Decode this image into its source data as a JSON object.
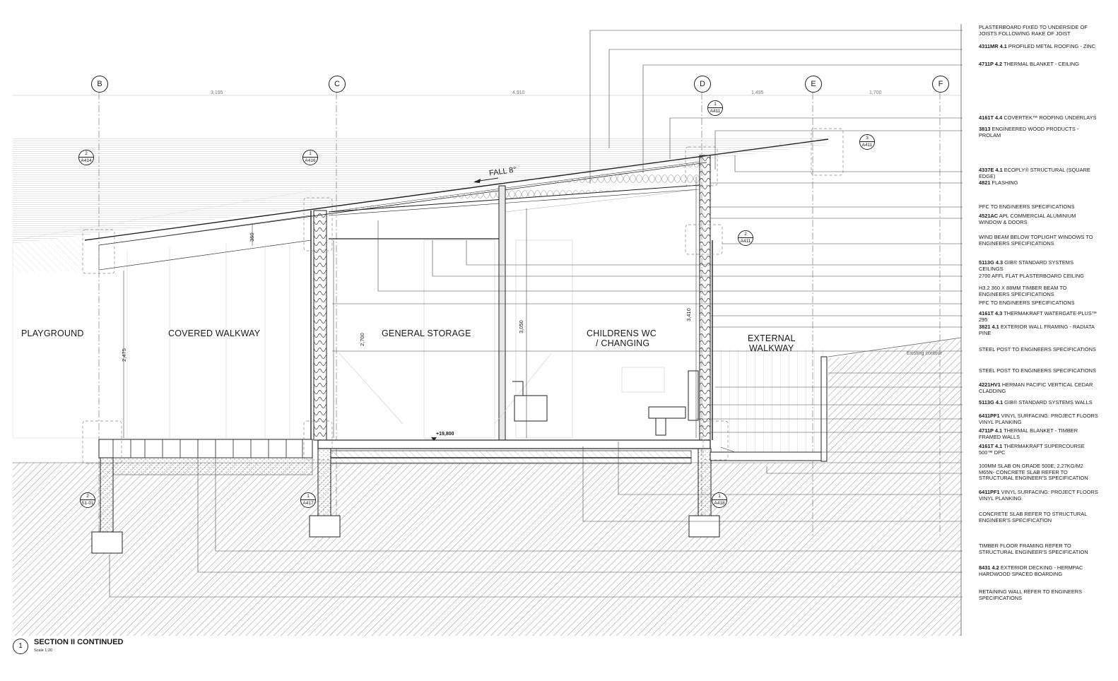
{
  "title": {
    "number": "1",
    "text": "SECTION II CONTINUED",
    "scale": "Scale 1:20"
  },
  "grid_lines": [
    {
      "label": "B"
    },
    {
      "label": "C"
    },
    {
      "label": "D"
    },
    {
      "label": "E"
    },
    {
      "label": "F"
    }
  ],
  "grid_spans": [
    "3,195",
    "4,910",
    "1,495",
    "1,700"
  ],
  "rooms": [
    {
      "label": "PLAYGROUND"
    },
    {
      "label": "COVERED WALKWAY"
    },
    {
      "label": "GENERAL STORAGE"
    },
    {
      "label": "CHILDRENS WC"
    },
    {
      "label": "/ CHANGING"
    },
    {
      "label": "EXTERNAL"
    },
    {
      "label": "WALKWAY"
    }
  ],
  "roof": {
    "fall": "FALL 8°"
  },
  "dimensions": {
    "beam_depth": "360",
    "walkway_height": "2,475",
    "storage_height": "2,700",
    "mid_height": "3,050",
    "wc_height": "3,410",
    "floor_level": "+19,800",
    "contour": "Existing contour"
  },
  "detail_tags": [
    {
      "num": "2",
      "ref": "A414"
    },
    {
      "num": "1",
      "ref": "A416"
    },
    {
      "num": "1",
      "ref": "A411"
    },
    {
      "num": "3",
      "ref": "A411"
    },
    {
      "num": "2",
      "ref": "A411"
    },
    {
      "num": "2",
      "ref": "S1-01"
    },
    {
      "num": "1",
      "ref": "A417"
    },
    {
      "num": "1",
      "ref": "A418"
    }
  ],
  "notes": [
    {
      "code": "",
      "text": "PLASTERBOARD FIXED TO UNDERSIDE OF JOISTS FOLLOWING RAKE OF JOIST"
    },
    {
      "code": "4311MR 4.1",
      "text": "PROFILED METAL ROOFING - ZINC"
    },
    {
      "code": "4711P 4.2",
      "text": "THERMAL BLANKET - CEILING"
    },
    {
      "code": "4161T 4.4",
      "text": "COVERTEK™ ROOFING UNDERLAYS"
    },
    {
      "code": "3813",
      "text": "ENGINEERED WOOD PRODUCTS - PROLAM"
    },
    {
      "code": "4337E 4.1",
      "text": "ECOPLY® STRUCTURAL (SQUARE EDGE)"
    },
    {
      "code": "4821",
      "text": "FLASHING"
    },
    {
      "code": "",
      "text": "PFC TO ENGINEERS SPECIFICATIONS"
    },
    {
      "code": "4521AC",
      "text": "APL COMMERCIAL ALUMINIUM WINDOW & DOORS"
    },
    {
      "code": "",
      "text": "WIND BEAM BELOW TOPLIGHT WINDOWS TO ENGINEERS SPECIFICATIONS"
    },
    {
      "code": "5113G 4.3",
      "text": "GIB® STANDARD SYSTEMS CEILINGS"
    },
    {
      "code": "",
      "text": "2700 AFFL FLAT PLASTERBOARD CEILING"
    },
    {
      "code": "",
      "text": "H3.2 360 X 88MM TIMBER BEAM TO ENGINEERS SPECIFICATIONS"
    },
    {
      "code": "",
      "text": "PFC TO ENGINEERS SPECIFICATIONS"
    },
    {
      "code": "4161T 4.3",
      "text": "THERMAKRAFT WATERGATE-PLUS™ 295"
    },
    {
      "code": "3821 4.1",
      "text": "EXTERIOR WALL FRAMING - RADIATA PINE"
    },
    {
      "code": "",
      "text": "STEEL POST TO ENGINEERS SPECIFICATIONS"
    },
    {
      "code": "",
      "text": "STEEL POST TO ENGINEERS SPECIFICATIONS"
    },
    {
      "code": "4221HV1",
      "text": "HERMAN PACIFIC VERTICAL CEDAR CLADDING"
    },
    {
      "code": "5113G 4.1",
      "text": "GIB® STANDARD SYSTEMS WALLS"
    },
    {
      "code": "6411PF1",
      "text": "VINYL SURFACING: PROJECT FLOORS VINYL PLANKING"
    },
    {
      "code": "4711P 4.1",
      "text": "THERMAL BLANKET - TIMBER FRAMED WALLS"
    },
    {
      "code": "4161T 4.1",
      "text": "THERMAKRAFT SUPERCOURSE 500™ DPC"
    },
    {
      "code": "",
      "text": "100MM SLAB ON GRADE 500E, 2.27KG/M2 M65N- CONCRETE SLAB REFER TO STRUCTURAL ENGINEER'S SPECIFICATION"
    },
    {
      "code": "6411PF1",
      "text": "VINYL SURFACING: PROJECT FLOORS VINYL PLANKING"
    },
    {
      "code": "",
      "text": "CONCRETE SLAB REFER TO STRUCTURAL ENGINEER'S SPECIFICATION"
    },
    {
      "code": "",
      "text": "TIMBER FLOOR FRAMING REFER TO STRUCTURAL ENGINEER'S SPECIFICATION"
    },
    {
      "code": "8431 4.2",
      "text": "EXTERIOR DECKING - HERMPAC HARDWOOD SPACED BOARDING"
    },
    {
      "code": "",
      "text": "RETAINING WALL REFER TO ENGINEERS SPECIFICATIONS"
    }
  ]
}
